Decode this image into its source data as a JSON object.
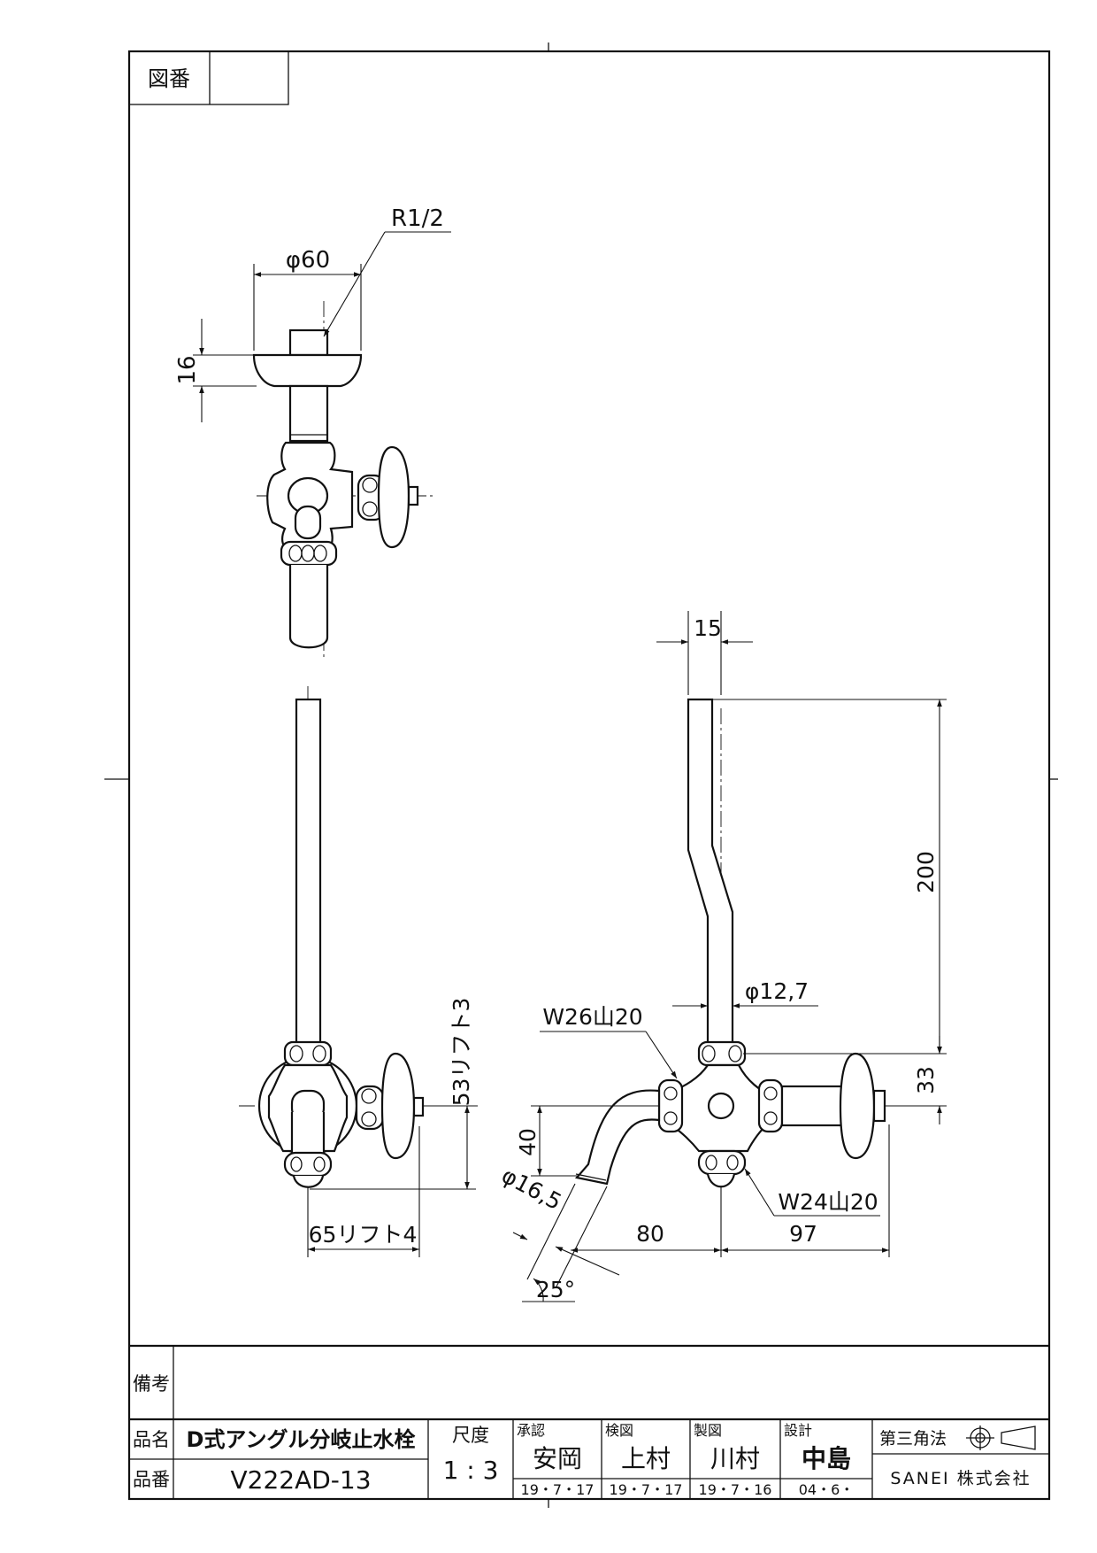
{
  "frame": {
    "drawing_number_label": "図番",
    "drawing_number_value": ""
  },
  "dimensions": {
    "top_view": {
      "thread": "R1/2",
      "flange_dia": "φ60",
      "flange_height": "16"
    },
    "front_view": {
      "vertical_offset": "53リフト3",
      "horizontal_offset": "65リフト4"
    },
    "side_view": {
      "pipe_offset": "15",
      "pipe_length": "200",
      "pipe_dia": "φ12,7",
      "nut_top": "W26山20",
      "nut_bottom": "W24山20",
      "handle_height": "33",
      "spout_drop": "40",
      "spout_dia": "φ16,5",
      "spout_reach": "80",
      "handle_reach": "97",
      "spout_angle": "25°"
    }
  },
  "title_block": {
    "remarks_label": "備考",
    "remarks_value": "",
    "name_label": "品名",
    "name_value": "D式アングル分岐止水栓",
    "number_label": "品番",
    "number_value": "V222AD-13",
    "scale_label": "尺度",
    "scale_value": "1 : 3",
    "approval_label": "承認",
    "approval_name": "安岡",
    "approval_date": "19・7・17",
    "check_label": "検図",
    "check_name": "上村",
    "check_date": "19・7・17",
    "draft_label": "製図",
    "draft_name": "川村",
    "draft_date": "19・7・16",
    "design_label": "設計",
    "design_name": "中島",
    "design_date": "04・6・",
    "projection_label": "第三角法",
    "company": "SANEI 株式会社"
  }
}
